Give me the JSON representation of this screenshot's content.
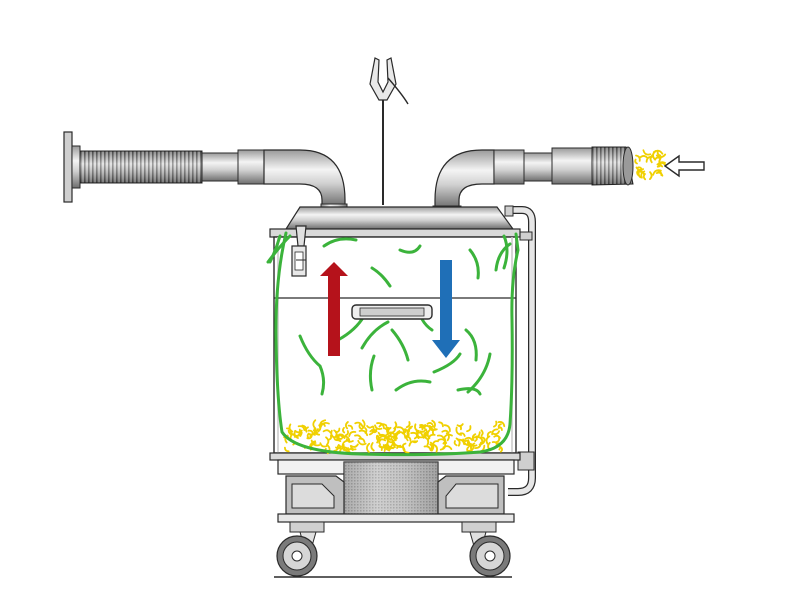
{
  "colors": {
    "background": "#ffffff",
    "outline": "#2a2a2a",
    "metal_light": "#e4e4e4",
    "metal_mid": "#c4c4c4",
    "metal_dark": "#7a7a7a",
    "filter_bag": "#3bb33b",
    "debris": "#f0d000",
    "air_out_arrow": "#b5121b",
    "air_in_arrow": "#1f6fb7",
    "flow_arrow": "#ffffff"
  },
  "icons": {
    "outlet_hose": "corrugated-hose-icon",
    "inlet_hose": "corrugated-hose-icon",
    "ground_clip": "alligator-clip-icon",
    "lid_latch": "latch-icon",
    "flow_direction": "arrow-left-icon",
    "wheels": "caster-wheel-icon"
  },
  "flows": {
    "intake_direction": "left",
    "exhaust_direction": "up",
    "inflow_direction": "down"
  }
}
